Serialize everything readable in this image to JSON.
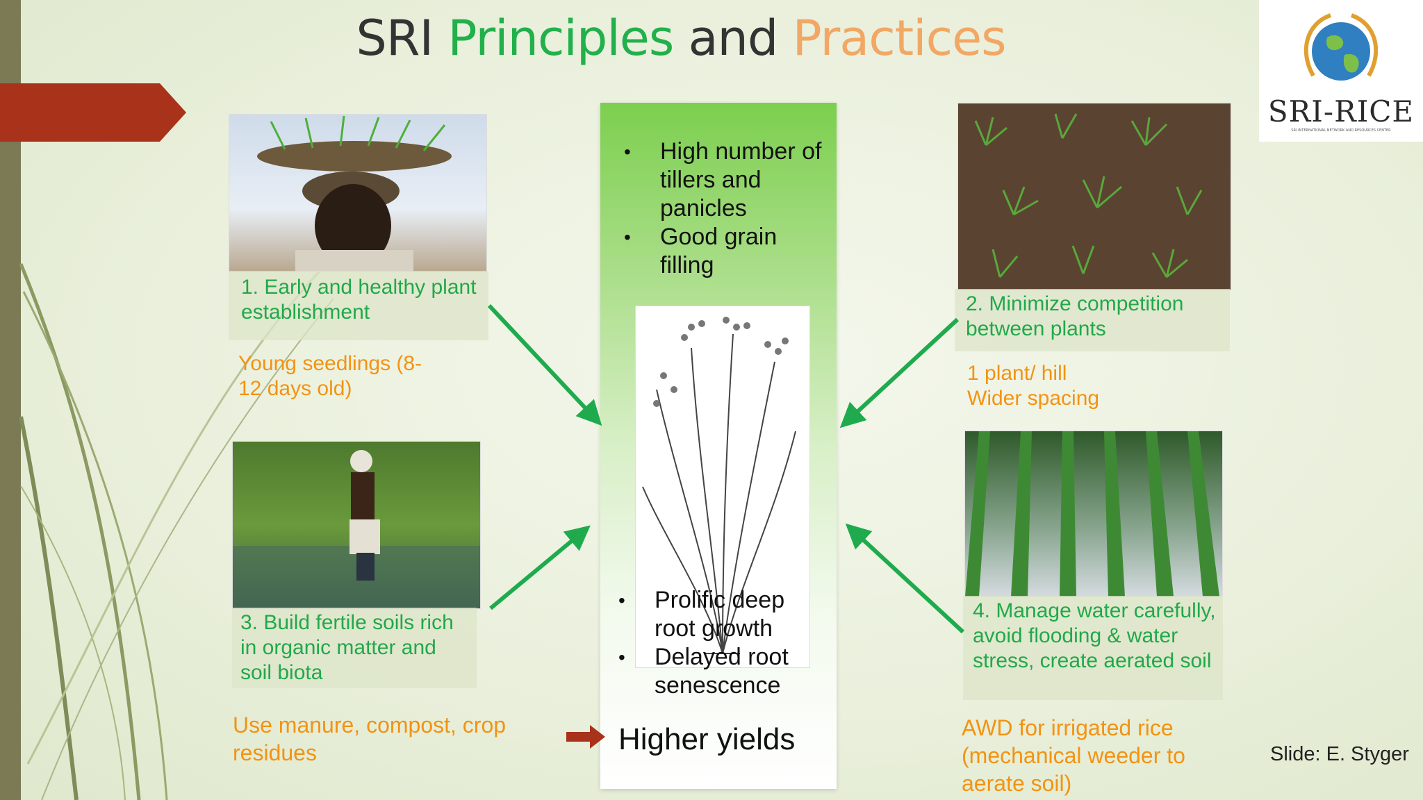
{
  "title": {
    "w1": "SRI",
    "w2": "Principles",
    "w3": "and",
    "w4": "Practices"
  },
  "logo": {
    "text": "SRI-RICE",
    "sub": "SRI INTERNATIONAL NETWORK AND RESOURCES CENTER"
  },
  "principles": [
    {
      "label": "1. Early and healthy plant establishment",
      "practice": "Young seedlings (8-12 days old)"
    },
    {
      "label": "2. Minimize competition between plants",
      "practice": "1 plant/ hill Wider spacing"
    },
    {
      "label": "3. Build fertile soils rich in organic matter and soil biota",
      "practice": "Use manure, compost, crop residues"
    },
    {
      "label": "4. Manage water carefully, avoid flooding & water stress, create aerated soil",
      "practice": "AWD for irrigated rice (mechanical weeder to aerate soil)"
    }
  ],
  "center": {
    "top_bullets": [
      "High number of tillers and panicles",
      "Good grain filling"
    ],
    "bottom_bullets": [
      "Prolific deep root growth",
      "Delayed root senescence"
    ],
    "result": "Higher yields"
  },
  "credit": "Slide: E. Styger",
  "colors": {
    "green": "#21b04b",
    "orange": "#f29312",
    "red": "#a8321a",
    "title_orange": "#f2a764"
  }
}
